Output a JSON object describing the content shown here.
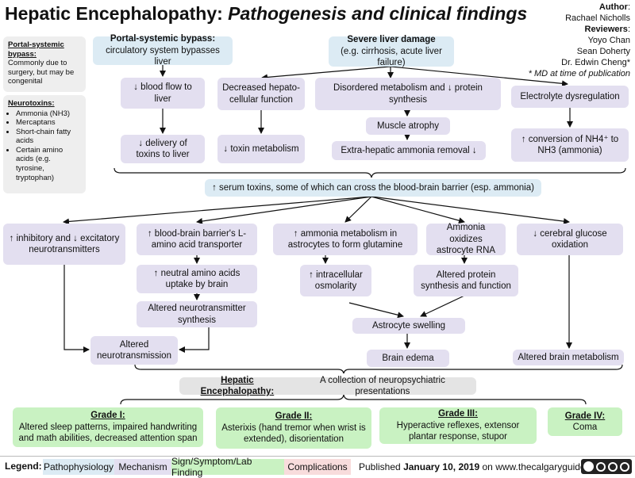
{
  "title": {
    "main": "Hepatic Encephalopathy:",
    "sub": "Pathogenesis and clinical findings"
  },
  "credits": {
    "author_label": "Author",
    "author": "Rachael Nicholls",
    "reviewers_label": "Reviewers",
    "reviewers": [
      "Yoyo Chan",
      "Sean Doherty",
      "Dr. Edwin Cheng*"
    ],
    "note": "* MD at time of publication"
  },
  "sidebar": {
    "portal_heading": "Portal-systemic bypass:",
    "portal_text": "Commonly due to surgery, but may be congenital",
    "neurotoxins_heading": "Neurotoxins:",
    "neurotoxins": [
      "Ammonia (NH3)",
      "Mercaptans",
      "Short-chain fatty acids",
      "Certain amino acids (e.g. tyrosine, tryptophan)"
    ]
  },
  "nodes": {
    "portal_bypass": {
      "title": "Portal-systemic bypass:",
      "text": "circulatory system bypasses liver"
    },
    "severe_liver": {
      "title": "Severe liver damage",
      "text": "(e.g. cirrhosis, acute liver failure)"
    },
    "blood_flow": "↓ blood flow to liver",
    "decreased_hepato": "Decreased hepato-cellular function",
    "disordered_metab": "Disordered metabolism and ↓ protein synthesis",
    "electrolyte": "Electrolyte dysregulation",
    "delivery_toxins": "↓ delivery of toxins to liver",
    "toxin_metab": "↓ toxin metabolism",
    "muscle_atrophy": "Muscle atrophy",
    "extrahepatic": "Extra-hepatic ammonia removal ↓",
    "conversion_nh4": "↑ conversion of NH4⁺ to NH3 (ammonia)",
    "serum_toxins": "↑ serum toxins, some of which can cross the blood-brain barrier (esp. ammonia)",
    "inhib_excit": "↑ inhibitory and ↓ excitatory neurotransmitters",
    "bbb_transporter": "↑ blood-brain barrier's L-amino acid transporter",
    "ammonia_astro": "↑ ammonia metabolism in astrocytes to form glutamine",
    "ammonia_rna": "Ammonia oxidizes astrocyte RNA",
    "cerebral_glucose": "↓ cerebral glucose oxidation",
    "neutral_amino": "↑ neutral amino acids uptake by brain",
    "intracellular_osm": "↑ intracellular osmolarity",
    "altered_protein": "Altered protein synthesis and function",
    "altered_nt_synth": "Altered neurotransmitter synthesis",
    "astrocyte_swelling": "Astrocyte swelling",
    "altered_nt": "Altered neurotransmission",
    "brain_edema": "Brain edema",
    "altered_brain_metab": "Altered brain metabolism",
    "he_definition": {
      "title": "Hepatic Encephalopathy:",
      "text": "A collection of neuropsychiatric presentations"
    }
  },
  "grades": [
    {
      "title": "Grade I:",
      "text": "Altered sleep patterns, impaired handwriting and math abilities, decreased attention span"
    },
    {
      "title": "Grade II:",
      "text": "Asterixis (hand tremor when wrist is extended), disorientation"
    },
    {
      "title": "Grade III:",
      "text": "Hyperactive reflexes, extensor plantar response, stupor"
    },
    {
      "title": "Grade IV:",
      "text": "Coma"
    }
  ],
  "legend": {
    "label": "Legend:",
    "items": [
      "Pathophysiology",
      "Mechanism",
      "Sign/Symptom/Lab Finding",
      "Complications"
    ],
    "colors": {
      "Pathophysiology": "#dcebf4",
      "Mechanism": "#e3dff0",
      "Sign/Symptom/Lab Finding": "#c9f2c2",
      "Complications": "#f8dcdc"
    }
  },
  "published": {
    "prefix": "Published",
    "date": "January 10, 2019",
    "middle": "on",
    "site": "www.thecalgaryguide.com"
  },
  "license_icon": "cc-by-nc-nd-icon"
}
